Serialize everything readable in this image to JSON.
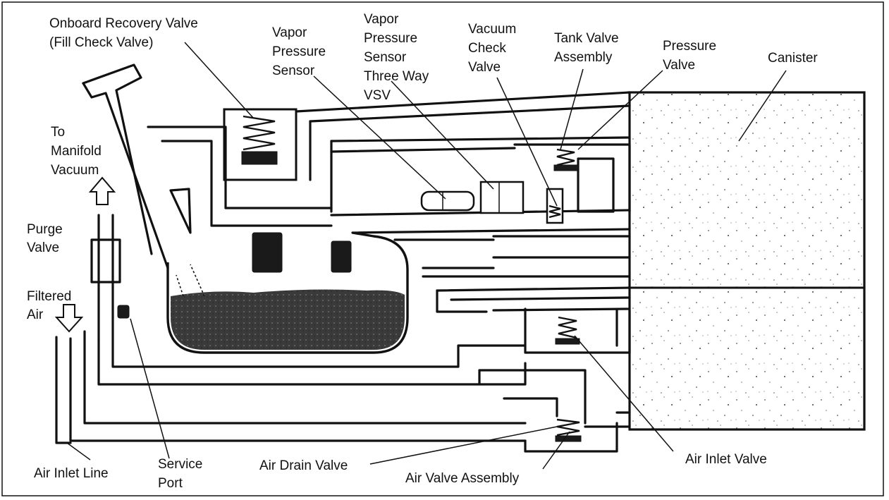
{
  "labels": {
    "onboard_recovery_valve": [
      "Onboard Recovery Valve",
      "(Fill Check Valve)"
    ],
    "to_manifold_vacuum": [
      "To",
      "Manifold",
      "Vacuum"
    ],
    "purge_valve": [
      "Purge",
      "Valve"
    ],
    "filtered_air": [
      "Filtered",
      "Air"
    ],
    "air_inlet_line": "Air Inlet Line",
    "service_port": [
      "Service",
      "Port"
    ],
    "vapor_pressure_sensor": [
      "Vapor",
      "Pressure",
      "Sensor"
    ],
    "vapor_pressure_sensor_vsv": [
      "Vapor",
      "Pressure",
      "Sensor",
      "Three Way",
      "VSV"
    ],
    "vacuum_check_valve": [
      "Vacuum",
      "Check",
      "Valve"
    ],
    "tank_valve_assembly": [
      "Tank Valve",
      "Assembly"
    ],
    "pressure_valve": [
      "Pressure",
      "Valve"
    ],
    "canister": "Canister",
    "air_drain_valve": "Air Drain Valve",
    "air_valve_assembly": "Air Valve Assembly",
    "air_inlet_valve": "Air Inlet Valve"
  }
}
